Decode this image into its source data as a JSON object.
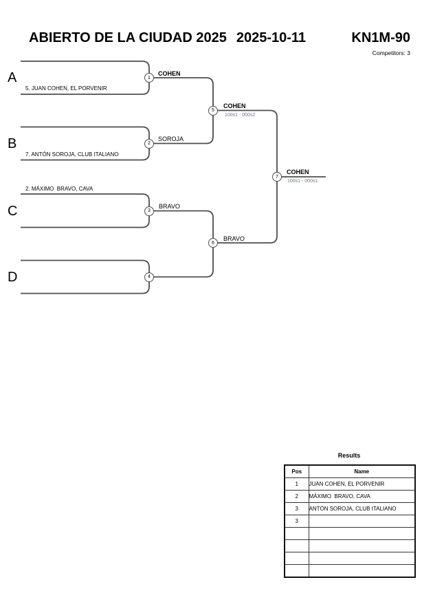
{
  "header": {
    "title": "ABIERTO DE LA CIUDAD 2025",
    "date": "2025-10-11",
    "event_code": "KN1M-90",
    "competitors_label": "Competitors: 3"
  },
  "bracket": {
    "slots": [
      {
        "letter": "A",
        "player": "5. JUAN COHEN, EL PORVENIR",
        "name_position": "bottom-line"
      },
      {
        "letter": "B",
        "player": "7. ANTÓN SOROJA, CLUB ITALIANO",
        "name_position": "bottom-line"
      },
      {
        "letter": "C",
        "player": "2. MÁXIMO  BRAVO, CAVA",
        "name_position": "top-line"
      },
      {
        "letter": "D",
        "player": "",
        "name_position": "none"
      }
    ],
    "matches": [
      {
        "number": "1",
        "winner": "COHEN",
        "score": ""
      },
      {
        "number": "2",
        "winner": "SOROJA",
        "score": ""
      },
      {
        "number": "3",
        "winner": "BRAVO",
        "score": ""
      },
      {
        "number": "4",
        "winner": "",
        "score": ""
      },
      {
        "number": "5",
        "winner": "COHEN",
        "score": "100s1 - 000s2"
      },
      {
        "number": "6",
        "winner": "BRAVO",
        "score": ""
      },
      {
        "number": "7",
        "winner": "COHEN",
        "score": "100s1 - 000s1"
      }
    ]
  },
  "results": {
    "title": "Results",
    "columns": {
      "pos": "Pos",
      "name": "Name"
    },
    "rows": [
      {
        "pos": "1",
        "name": "JUAN COHEN, EL PORVENIR"
      },
      {
        "pos": "2",
        "name": "MÁXIMO  BRAVO, CAVA"
      },
      {
        "pos": "3",
        "name": "ANTÓN SOROJA, CLUB ITALIANO"
      },
      {
        "pos": "3",
        "name": ""
      },
      {
        "pos": "",
        "name": ""
      },
      {
        "pos": "",
        "name": ""
      },
      {
        "pos": "",
        "name": ""
      },
      {
        "pos": "",
        "name": ""
      }
    ]
  },
  "colors": {
    "line": "#4d4d4d",
    "score_text": "#6b7888",
    "text": "#000000",
    "background": "#ffffff"
  }
}
